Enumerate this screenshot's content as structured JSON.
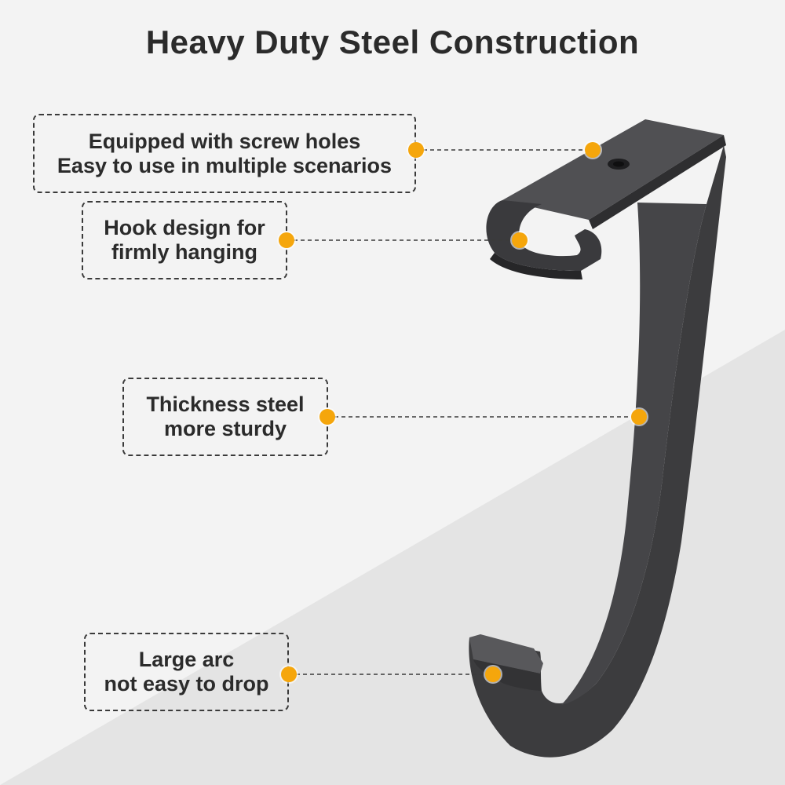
{
  "title": "Heavy Duty Steel Construction",
  "callouts": [
    {
      "line1": "Equipped with screw holes",
      "line2": "Easy to use in multiple scenarios"
    },
    {
      "line1": "Hook design for",
      "line2": "firmly hanging"
    },
    {
      "line1": "Thickness steel",
      "line2": "more sturdy"
    },
    {
      "line1": "Large arc",
      "line2": "not easy to drop"
    }
  ],
  "colors": {
    "accent": "#f5a60c",
    "text": "#2b2b2b",
    "hook": "#3c3c3e",
    "background": "#f3f3f3",
    "background_shadow": "#e3e3e3"
  }
}
